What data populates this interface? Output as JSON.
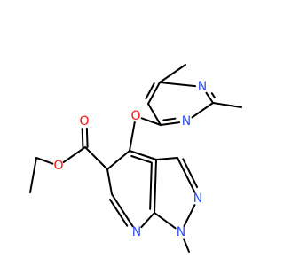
{
  "colors": {
    "bond": "#000000",
    "oxygen": "#ff0d0d",
    "nitrogen": "#3050f8"
  },
  "atoms": [
    {
      "id": "O_ether",
      "text": "O",
      "element": "oxygen"
    },
    {
      "id": "N_pyrimidine_3",
      "text": "N",
      "element": "nitrogen"
    },
    {
      "id": "N_pyrimidine_1",
      "text": "N",
      "element": "nitrogen"
    },
    {
      "id": "O_carbonyl",
      "text": "O",
      "element": "oxygen"
    },
    {
      "id": "O_ester",
      "text": "O",
      "element": "oxygen"
    },
    {
      "id": "N_pyrazole_2",
      "text": "N",
      "element": "nitrogen"
    },
    {
      "id": "N_pyrazole_1",
      "text": "N",
      "element": "nitrogen"
    },
    {
      "id": "N_pyridine",
      "text": "N",
      "element": "nitrogen"
    }
  ]
}
